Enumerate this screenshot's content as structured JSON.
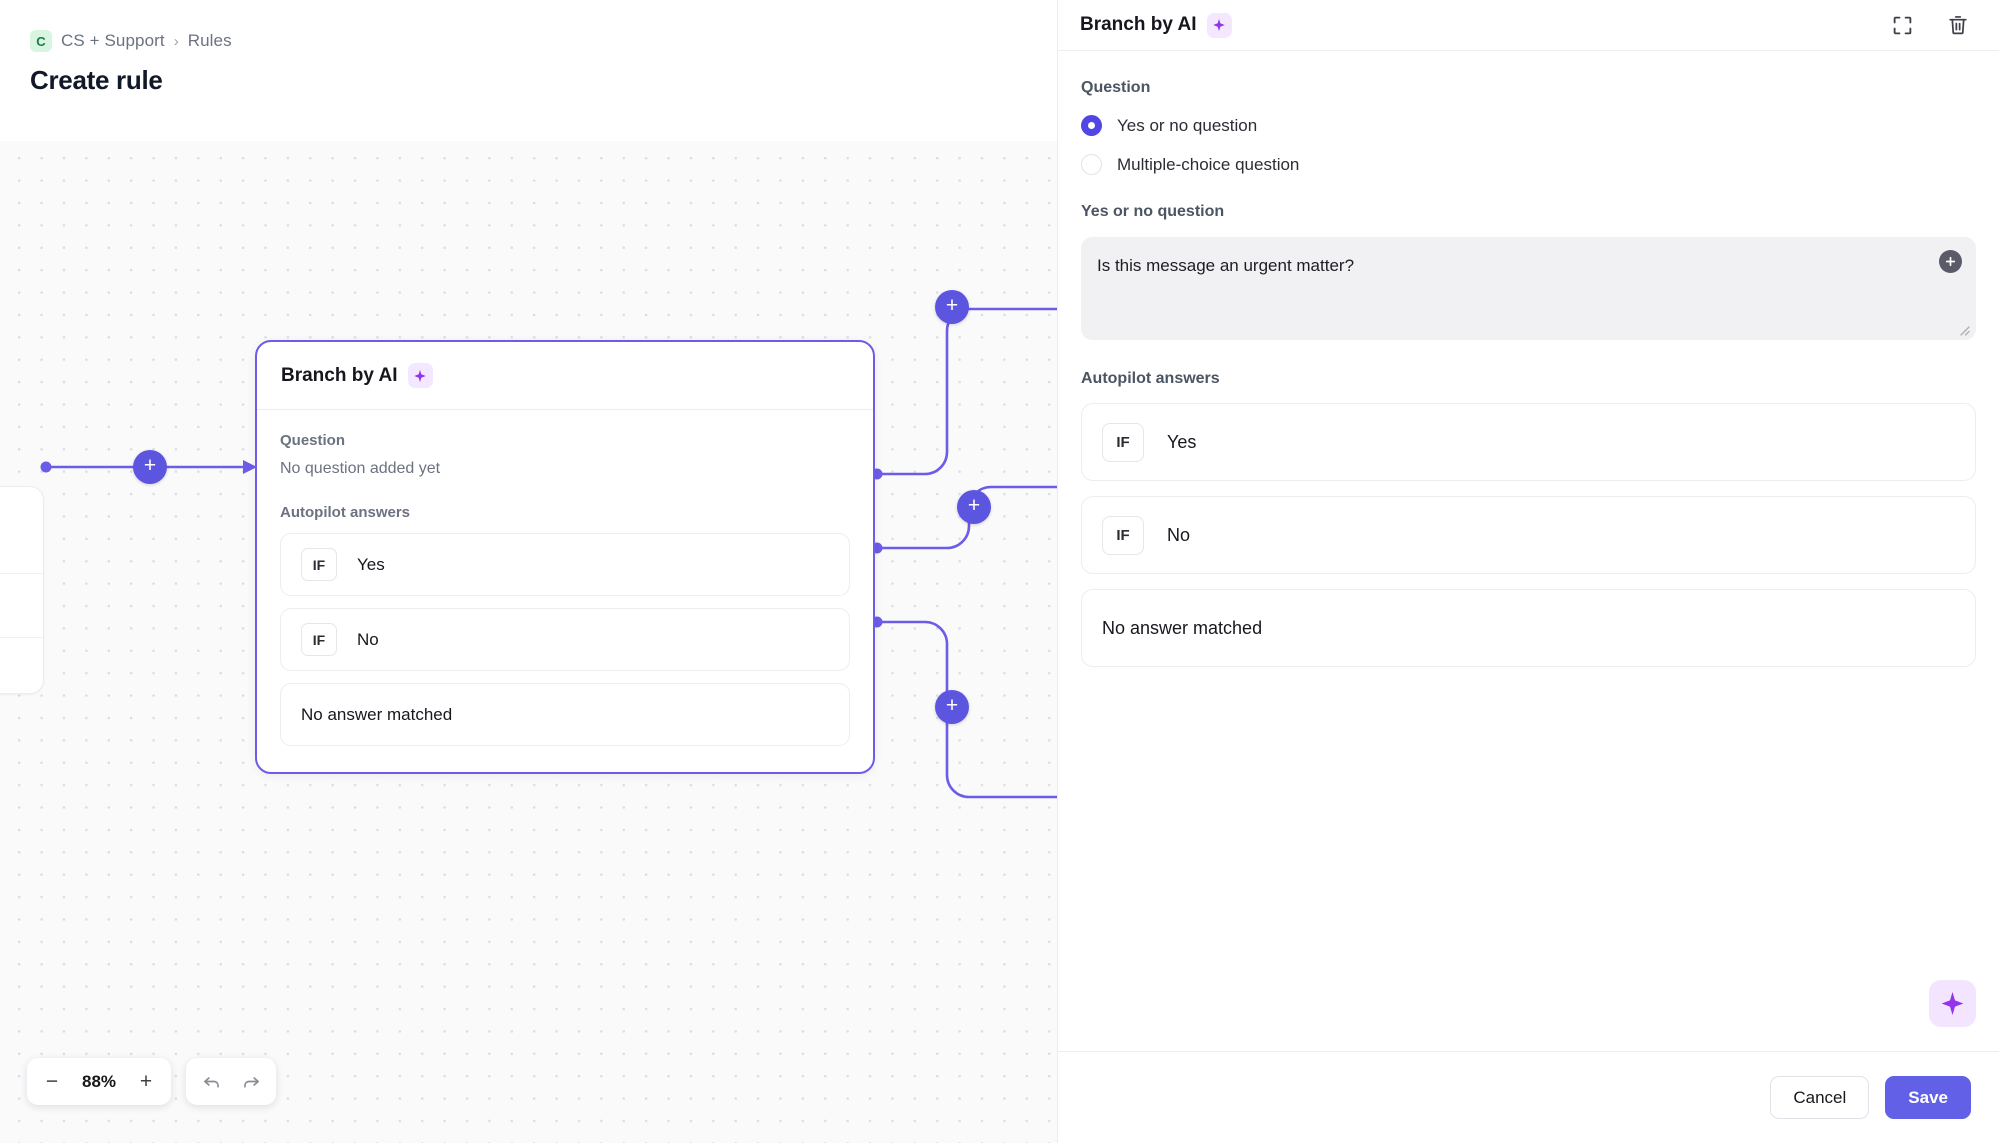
{
  "breadcrumb": {
    "workspace_initial": "C",
    "workspace": "CS + Support",
    "separator": "›",
    "section": "Rules"
  },
  "page": {
    "title": "Create rule"
  },
  "canvas": {
    "zoom": {
      "level": "88%",
      "minus": "−",
      "plus": "+"
    },
    "add_step_label": "+",
    "node": {
      "title": "Branch by AI",
      "question_label": "Question",
      "question_value": "No question added yet",
      "answers_label": "Autopilot answers",
      "answers": [
        {
          "chip": "IF",
          "text": "Yes"
        },
        {
          "chip": "IF",
          "text": "No"
        }
      ],
      "fallback": "No answer matched"
    }
  },
  "panel": {
    "title": "Branch by AI",
    "question_label": "Question",
    "question_types": [
      {
        "label": "Yes or no question",
        "selected": true
      },
      {
        "label": "Multiple-choice question",
        "selected": false
      }
    ],
    "yes_no_label": "Yes or no question",
    "question_text": "Is this message an urgent matter?",
    "answers_label": "Autopilot answers",
    "answers": [
      {
        "chip": "IF",
        "text": "Yes"
      },
      {
        "chip": "IF",
        "text": "No"
      }
    ],
    "fallback": "No answer matched",
    "cancel_label": "Cancel",
    "save_label": "Save"
  },
  "colors": {
    "accent": "#6360e8",
    "edge": "#6c5ce7",
    "ai_purple": "#9333ea",
    "selected_border": "#6c5ce7"
  }
}
